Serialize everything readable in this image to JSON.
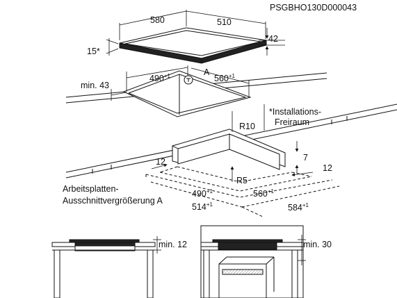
{
  "header": {
    "code": "PSGBHO130D000043"
  },
  "hob": {
    "dim_width": "580",
    "dim_depth": "510",
    "dim_height": "42",
    "dim_angle": "15*",
    "dim_clearance": "min. 43",
    "cutout_depth": "490",
    "cutout_depth_tol": "+1",
    "cutout_width": "560",
    "cutout_width_tol": "+1",
    "detail_marker": "A"
  },
  "note": {
    "line1": "*Installations-",
    "line2": "Freiraum"
  },
  "detail": {
    "r10": "R10",
    "r5": "R5",
    "dim_7": "7",
    "dim_12_left": "12",
    "dim_12_right": "12",
    "dim_490": "490",
    "dim_490_tol": "+1",
    "dim_560": "560",
    "dim_560_tol": "+1",
    "dim_514": "514",
    "dim_514_tol": "+1",
    "dim_584": "584",
    "dim_584_tol": "+1",
    "caption_line1": "Arbeitsplatten-",
    "caption_line2": "Ausschnittvergrößerung A"
  },
  "bottom": {
    "left_min": "min. 12",
    "right_min": "min. 30"
  }
}
